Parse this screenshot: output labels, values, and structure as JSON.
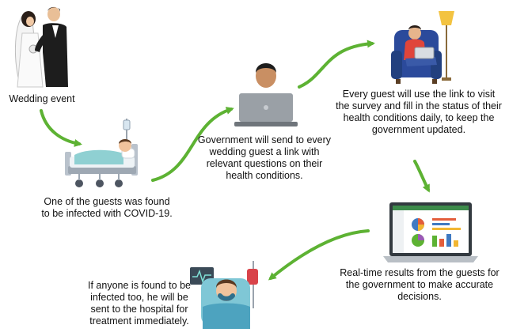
{
  "steps": [
    {
      "icon": "wedding-couple-icon",
      "text": "Wedding event"
    },
    {
      "icon": "hospital-bed-icon",
      "text": "One of the guests was found to be infected with COVID-19."
    },
    {
      "icon": "laptop-user-icon",
      "text": "Government will send to every wedding guest a link with relevant questions on their health conditions."
    },
    {
      "icon": "sofa-laptop-user-icon",
      "text": "Every guest will use the link to visit the survey and fill in the status of their health conditions daily, to keep the government updated."
    },
    {
      "icon": "dashboard-laptop-icon",
      "text": "Real-time results from the guests for the government to make accurate decisions."
    },
    {
      "icon": "patient-treatment-icon",
      "text": "If anyone is found to be infected too, he will be sent to the hospital for treatment immediately."
    }
  ],
  "colors": {
    "arrow": "#5db233",
    "chair": "#2b4a9b",
    "shirt": "#e0453a"
  }
}
